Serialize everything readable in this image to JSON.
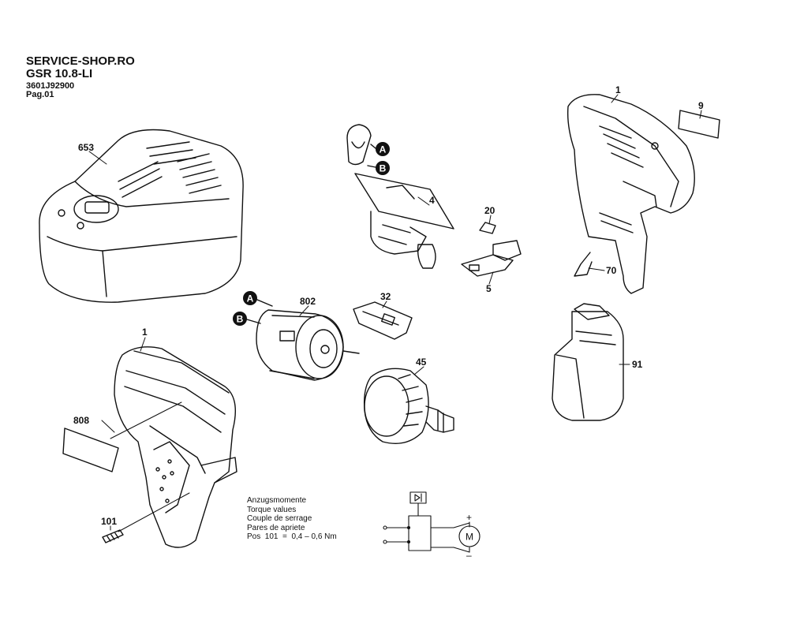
{
  "header": {
    "site": "SERVICE-SHOP.RO",
    "model": "GSR 10.8-LI",
    "part_number": "3601J92900",
    "page": "Pag.01"
  },
  "parts": {
    "charger": "653",
    "housing_top": "1",
    "housing_left": "1",
    "nameplate_small": "9",
    "switch": "4",
    "part_20": "20",
    "part_5": "5",
    "spring_clip": "70",
    "motor": "802",
    "part_32": "32",
    "gearbox": "45",
    "battery": "91",
    "nameplate": "808",
    "screw": "101"
  },
  "connectors": {
    "a": "A",
    "b": "B"
  },
  "torque": {
    "line1": "Anzugsmomente",
    "line2": "Torque values",
    "line3": "Couple de serrage",
    "line4": "Pares de apriete",
    "pos_label": "Pos",
    "pos_number": "101",
    "equals": "=",
    "value": "0,4 – 0,6 Nm"
  },
  "schematic": {
    "motor_symbol": "M",
    "plus": "+",
    "minus": "–"
  }
}
